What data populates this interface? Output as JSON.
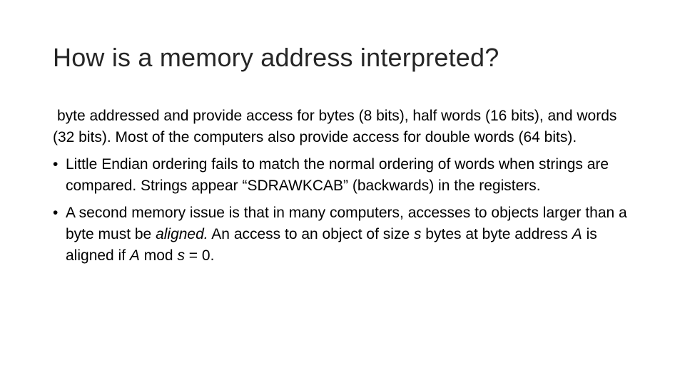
{
  "slide": {
    "title": "How is a memory address interpreted?",
    "intro": "byte addressed and provide access for bytes (8 bits), half words (16 bits), and words (32 bits). Most of the computers also provide access for double words (64 bits).",
    "bullet_glyph": "•",
    "bullet1": {
      "text": "Little Endian ordering fails to match the normal ordering of words when strings are compared. Strings appear “SDRAWKCAB” (backwards) in the registers."
    },
    "bullet2": {
      "t1": "A second memory issue is that in many computers, accesses to objects larger than a byte must be ",
      "em1": "aligned.",
      "t2": " An access to an object of size ",
      "em2": "s",
      "t3": " bytes at byte address ",
      "em3": "A",
      "t4": " is aligned if ",
      "em4": "A",
      "t5": " mod ",
      "em5": "s",
      "t6": " = 0."
    }
  }
}
